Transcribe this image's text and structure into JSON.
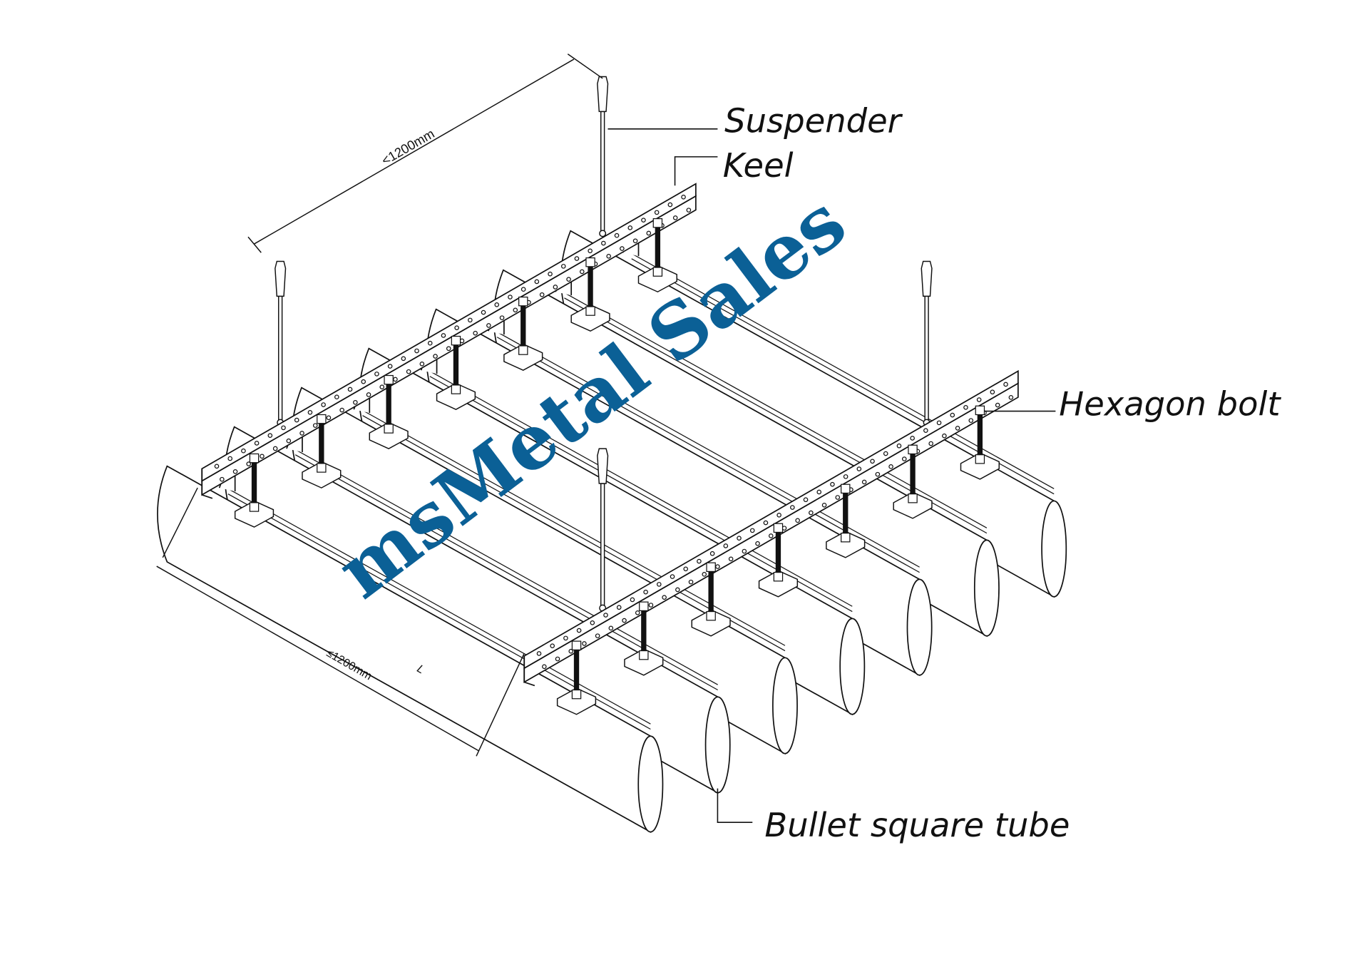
{
  "labels": {
    "suspender": "Suspender",
    "keel": "Keel",
    "hexagon_bolt": "Hexagon bolt",
    "bullet_square_tube": "Bullet square tube"
  },
  "dimensions": {
    "top_span": "<1200mm",
    "bottom_span": "≤1200mm",
    "length": "L"
  },
  "watermark": "msMetal Sales",
  "colors": {
    "line": "#111111",
    "watermark": "#0b6096"
  }
}
